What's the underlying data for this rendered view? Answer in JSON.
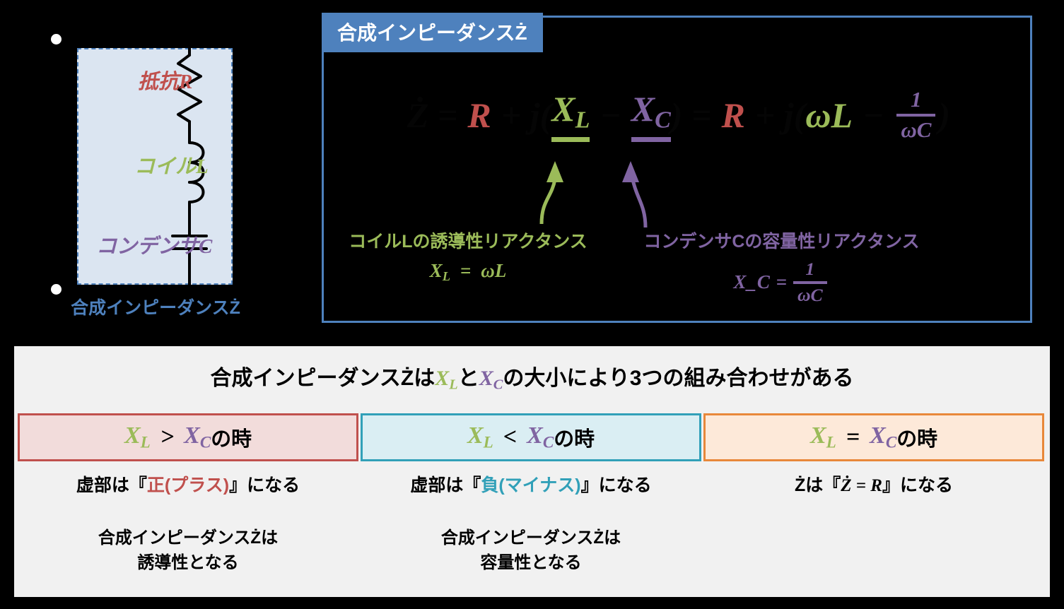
{
  "circuit": {
    "labels": {
      "resistor": "抵抗R",
      "coil": "コイルL",
      "capacitor": "コンデンサC"
    },
    "caption": "合成インピーダンスŻ"
  },
  "formula_panel": {
    "tab_title": "合成インピーダンスŻ",
    "equation": {
      "lhs": "Ż =",
      "r1": "R",
      "plus": "+ j(",
      "xl": "X",
      "xl_sub": "L",
      "minus": "−",
      "xc": "X",
      "xc_sub": "C",
      "close1": ") =",
      "r2": "R",
      "plus2": "+ j(",
      "wl": "ωL",
      "minus2": "−",
      "frac_num": "1",
      "frac_den": "ωC",
      "close2": ")"
    },
    "annotation_left": {
      "text": "コイルLの誘導性リアクタンス",
      "equation": "X_L = ωL",
      "color": "#9bbb59"
    },
    "annotation_right": {
      "text": "コンデンサCの容量性リアクタンス",
      "equation_lhs": "X_C =",
      "equation_num": "1",
      "equation_den": "ωC",
      "color": "#8064a2"
    }
  },
  "summary": {
    "title_1": "合成インピーダンスŻは",
    "title_xl": "X",
    "title_xl_sub": "L",
    "title_and": "と",
    "title_xc": "X",
    "title_xc_sub": "C",
    "title_2": "の大小により3つの組み合わせがある",
    "cases": [
      {
        "x_left": "X",
        "x_left_sub": "L",
        "operator": ">",
        "x_right": "X",
        "x_right_sub": "C",
        "suffix": "の時",
        "sub_pre": "虚部は『",
        "sub_accent": "正(プラス)",
        "sub_post": "』になる",
        "note_line1": "合成インピーダンスŻは",
        "note_line2": "誘導性となる",
        "border_color": "#c0504d",
        "fill_color": "#f2dcdb"
      },
      {
        "x_left": "X",
        "x_left_sub": "L",
        "operator": "<",
        "x_right": "X",
        "x_right_sub": "C",
        "suffix": "の時",
        "sub_pre": "虚部は『",
        "sub_accent": "負(マイナス)",
        "sub_post": "』になる",
        "note_line1": "合成インピーダンスŻは",
        "note_line2": "容量性となる",
        "border_color": "#31a0b8",
        "fill_color": "#daeef3"
      },
      {
        "x_left": "X",
        "x_left_sub": "L",
        "operator": "=",
        "x_right": "X",
        "x_right_sub": "C",
        "suffix": "の時",
        "sub_pre": "Żは『",
        "sub_accent": "Ż = R",
        "sub_post": "』になる",
        "note_line1": "",
        "note_line2": "",
        "border_color": "#e8883a",
        "fill_color": "#fde9d9"
      }
    ]
  },
  "colors": {
    "resistor": "#c0504d",
    "coil": "#9bbb59",
    "capacitor": "#8064a2",
    "panel_border": "#4e81bd",
    "circuit_fill": "#dbe5f1",
    "summary_bg": "#f1f1f1",
    "background": "#000000"
  }
}
